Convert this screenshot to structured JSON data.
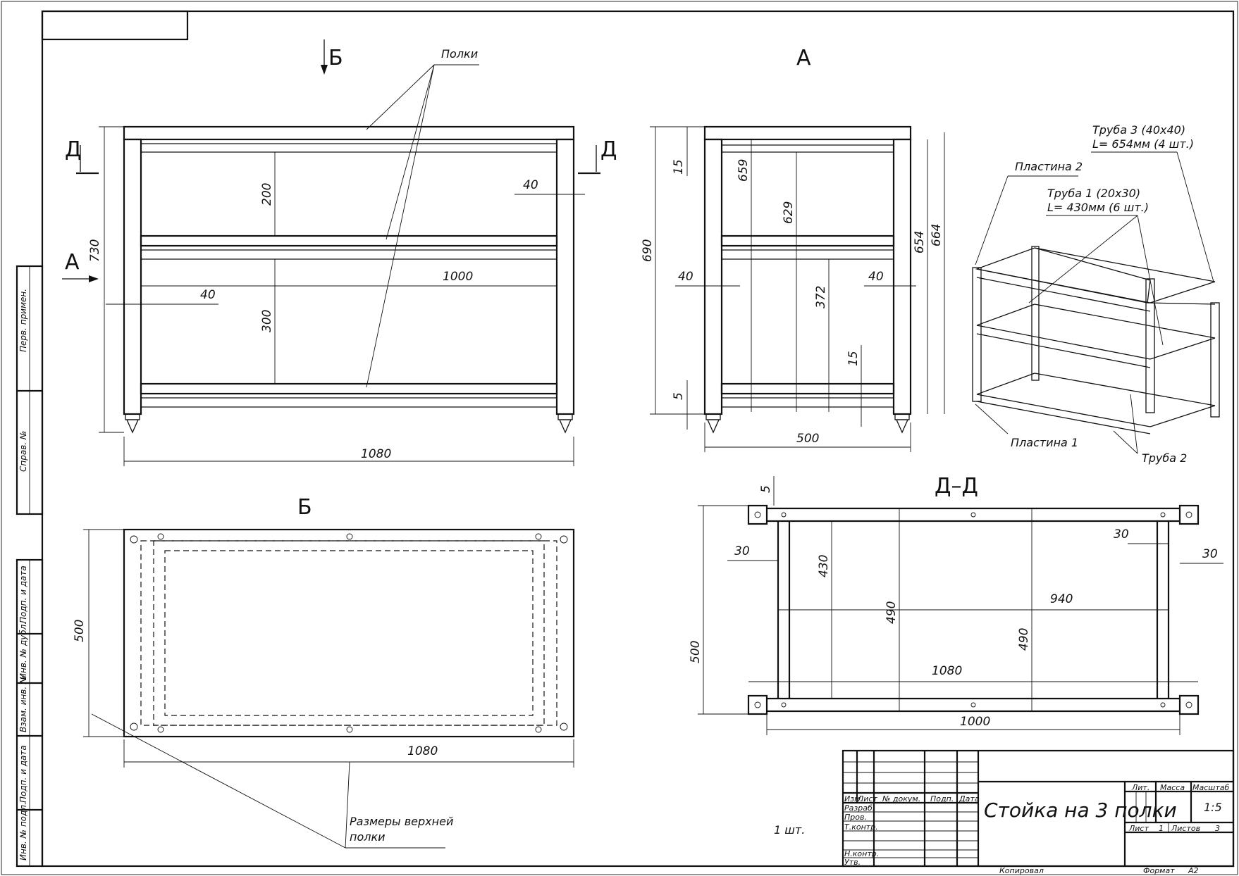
{
  "view_labels": {
    "section_b_arrow": "Б",
    "view_a": "А",
    "view_b": "Б",
    "section_d": "Д–Д",
    "arrow_d": "Д",
    "arrow_a": "А"
  },
  "callouts": {
    "shelves": "Полки",
    "tube3_a": "Труба 3 (40х40)",
    "tube3_b": "L= 654мм (4 шт.)",
    "plate2": "Пластина 2",
    "tube1_a": "Труба 1 (20х30)",
    "tube1_b": "L= 430мм (6 шт.)",
    "plate1": "Пластина 1",
    "tube2": "Труба 2",
    "top_shelf_a": "Размеры верхней",
    "top_shelf_b": "полки"
  },
  "dims_front": {
    "w1080": "1080",
    "h730": "730",
    "d200": "200",
    "d300": "300",
    "d40a": "40",
    "d40b": "40",
    "d1000": "1000"
  },
  "dims_side": {
    "h690": "690",
    "d15a": "15",
    "d659": "659",
    "d629": "629",
    "d654": "654",
    "d664": "664",
    "d40a": "40",
    "d40b": "40",
    "d372": "372",
    "d15b": "15",
    "d5": "5",
    "w500": "500"
  },
  "dims_top": {
    "h500": "500",
    "w1080": "1080"
  },
  "dims_section": {
    "d5": "5",
    "d30a": "30",
    "d30b": "30",
    "d30c": "30",
    "d430": "430",
    "d490a": "490",
    "d490b": "490",
    "d940": "940",
    "d1080": "1080",
    "d1000": "1000",
    "d500": "500"
  },
  "notes": {
    "qty": "1 шт."
  },
  "side_stamp": [
    "Перв. примен.",
    "Справ. №",
    "Подп. и дата",
    "Инв. № дубл.",
    "Взам. инв. №",
    "Подп. и дата",
    "Инв. № подл."
  ],
  "title_block": {
    "title": "Стойка на 3 полки",
    "col_izm": "Изм.",
    "col_list": "Лист",
    "col_doc": "№ докум.",
    "col_podp": "Подп.",
    "col_data": "Дата",
    "razrab": "Разраб.",
    "prov": "Пров.",
    "tkontr": "Т.контр.",
    "nkontr": "Н.контр.",
    "utv": "Утв.",
    "lit": "Лит.",
    "massa": "Масса",
    "masshtab": "Масштаб",
    "scale": "1:5",
    "sheet_label": "Лист",
    "sheet": "1",
    "sheets_label": "Листов",
    "sheets": "3",
    "copied": "Копировал",
    "format_label": "Формат",
    "format": "А2"
  }
}
